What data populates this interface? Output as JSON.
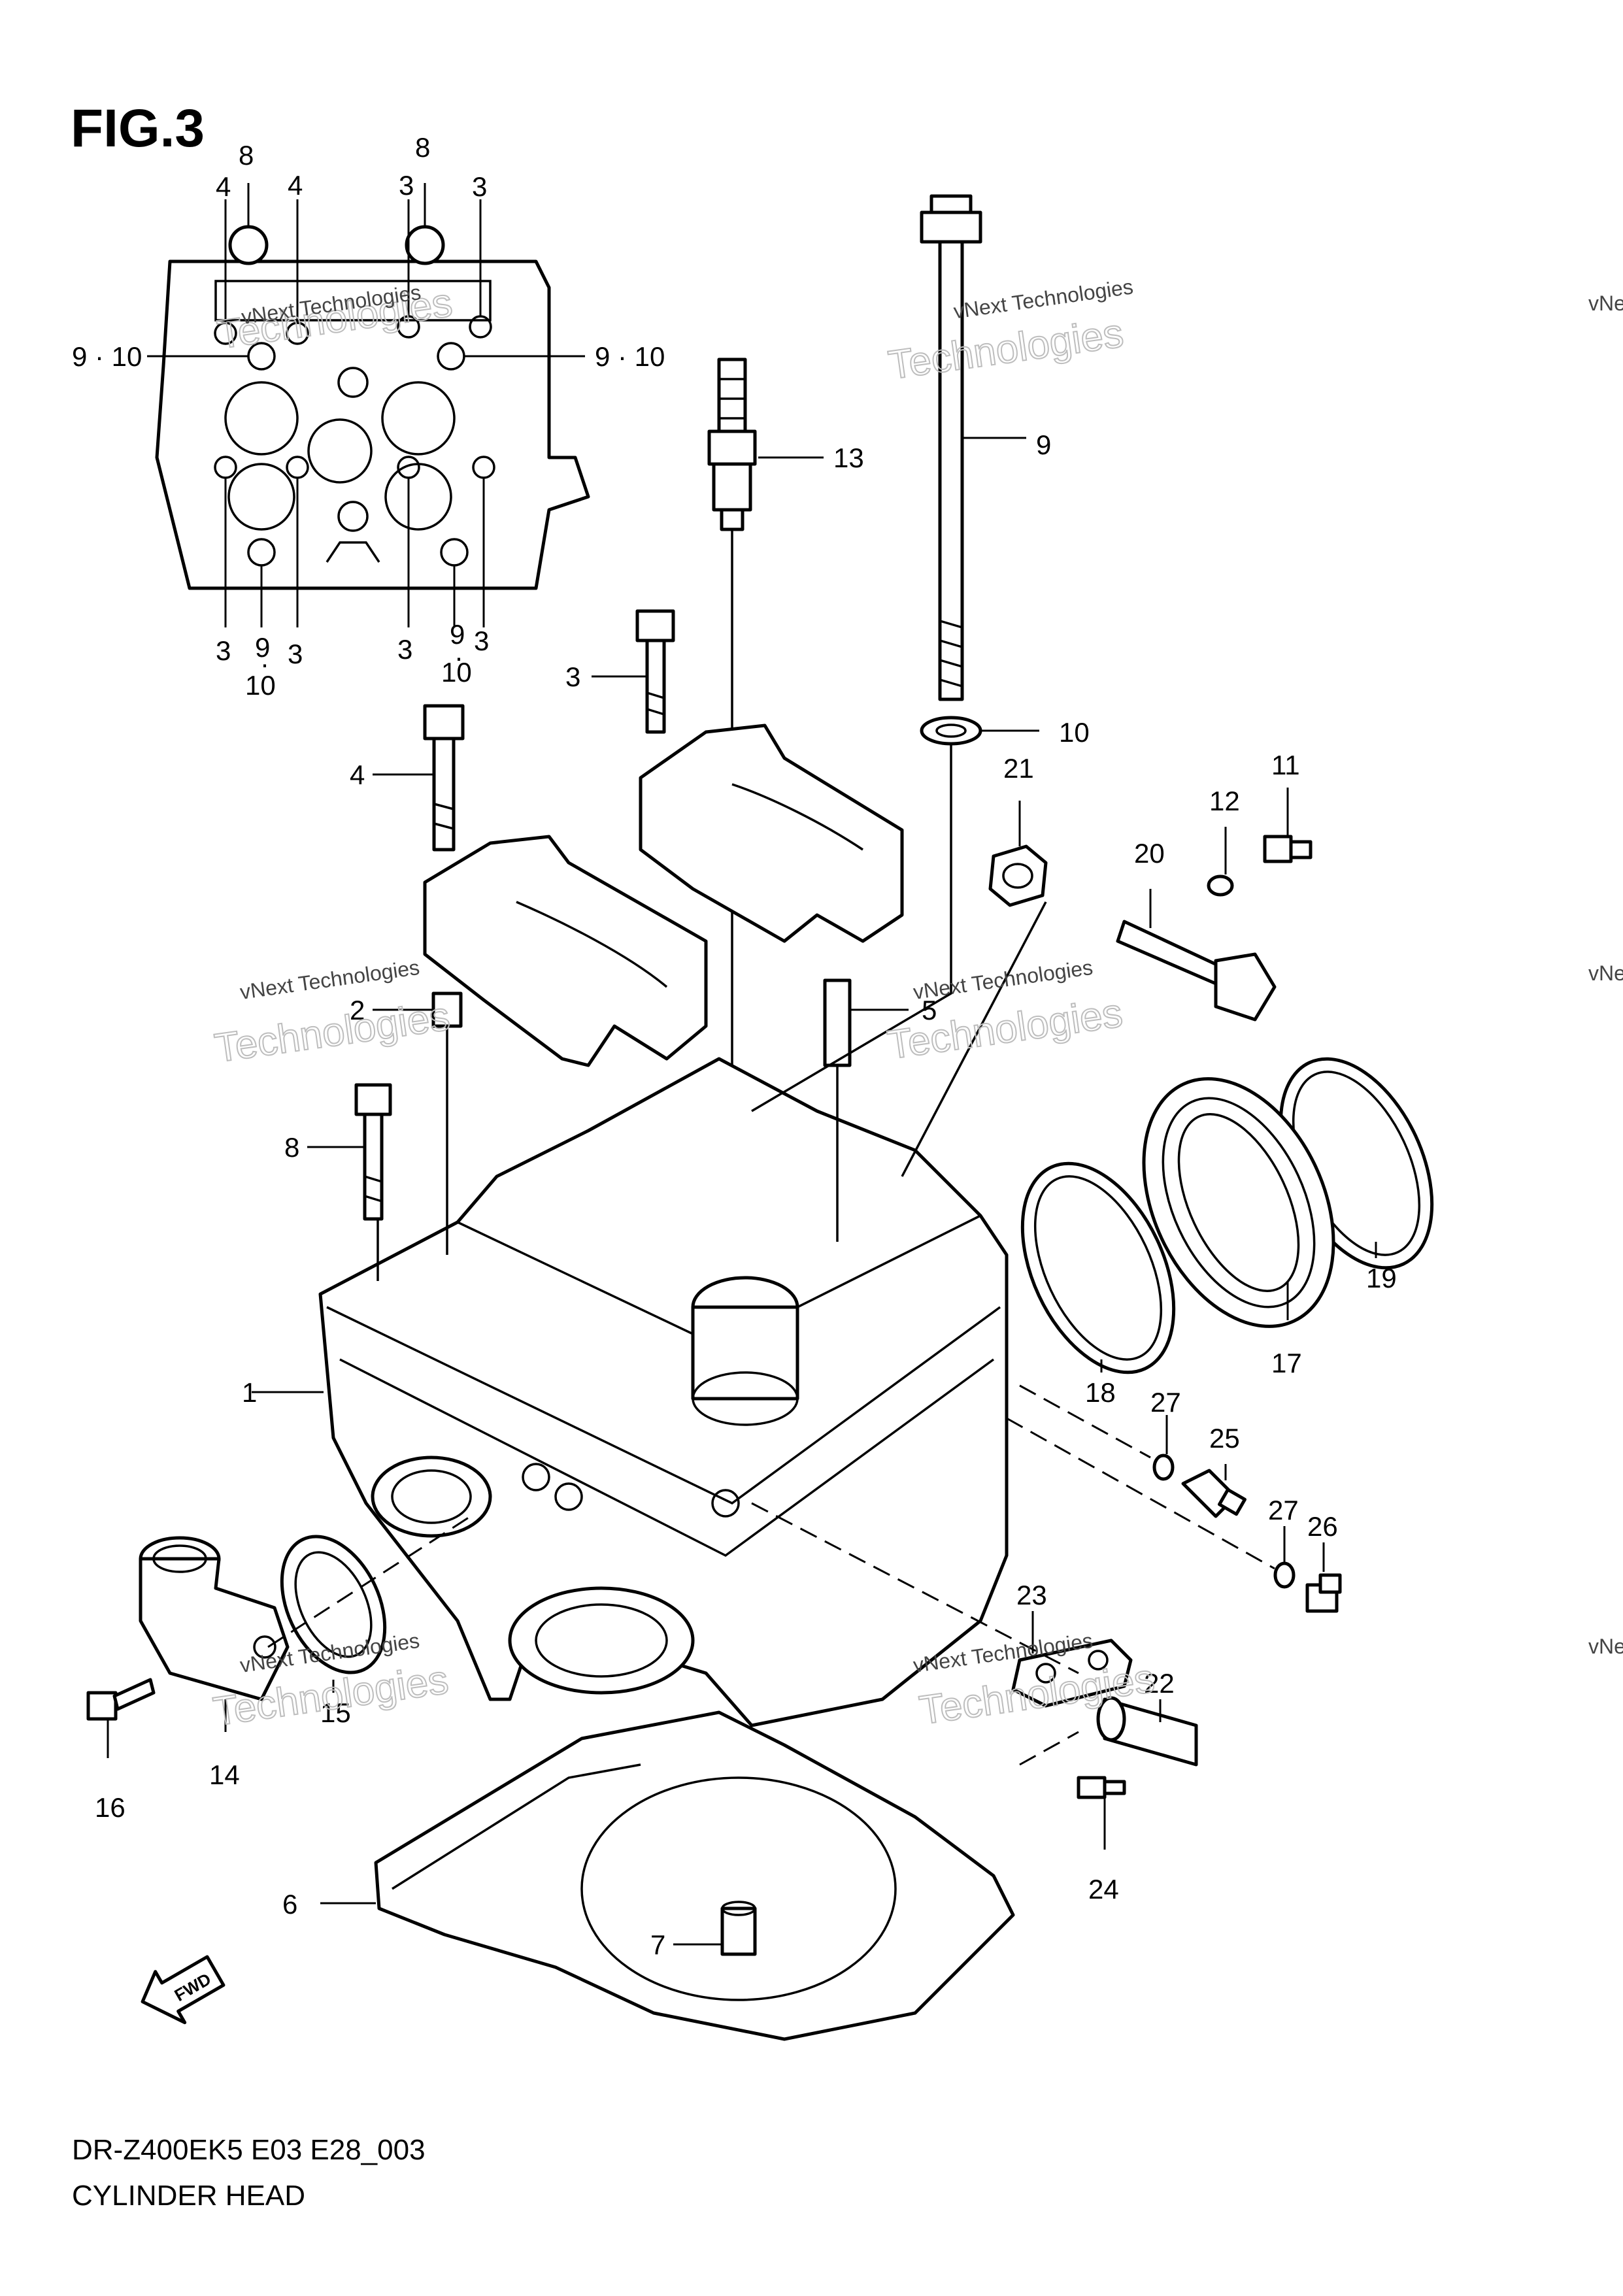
{
  "figure": {
    "title": "FIG.3"
  },
  "footer": {
    "model_code": "DR-Z400EK5 E03 E28_003",
    "part_name": "CYLINDER HEAD"
  },
  "fwd_arrow": {
    "label": "FWD"
  },
  "watermark": {
    "line1": "vNext Technologies",
    "line2": "Technologies",
    "line3": "vNext"
  },
  "callouts": {
    "c1": "1",
    "c2": "2",
    "c3": "3",
    "c4": "4",
    "c5": "5",
    "c6": "6",
    "c7": "7",
    "c8": "8",
    "c9": "9",
    "c9_10": "9 · 10",
    "c10": "10",
    "c11": "11",
    "c12": "12",
    "c13": "13",
    "c14": "14",
    "c15": "15",
    "c16": "16",
    "c17": "17",
    "c18": "18",
    "c19": "19",
    "c20": "20",
    "c21": "21",
    "c22": "22",
    "c23": "23",
    "c24": "24",
    "c25": "25",
    "c26": "26",
    "c27": "27",
    "dot": "·"
  }
}
